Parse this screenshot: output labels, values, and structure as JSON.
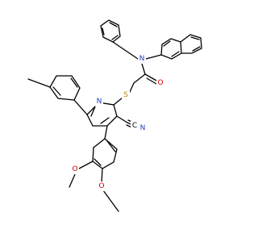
{
  "molecule": {
    "atoms": [
      {
        "id": "S",
        "label": "S",
        "color": "#b8860b"
      },
      {
        "id": "N1",
        "label": "N",
        "color": "#1f3fbf"
      },
      {
        "id": "N2",
        "label": "N",
        "color": "#1f3fbf"
      },
      {
        "id": "N3",
        "label": "N",
        "color": "#1f3fbf"
      },
      {
        "id": "O1",
        "label": "O",
        "color": "#d40000"
      },
      {
        "id": "O2",
        "label": "O",
        "color": "#d40000"
      },
      {
        "id": "O3",
        "label": "O",
        "color": "#d40000"
      },
      {
        "id": "C1",
        "label": "C",
        "color": "#000000"
      }
    ]
  }
}
